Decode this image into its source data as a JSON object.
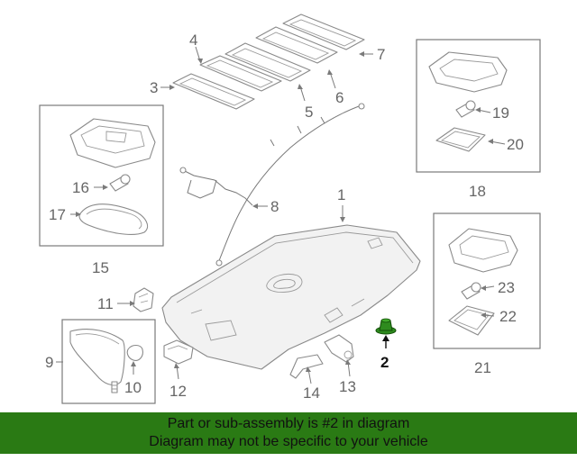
{
  "colors": {
    "banner_bg": "#2a7a14",
    "highlight_part": "#2e8b1e",
    "line": "#8a8a8a",
    "callout_text": "#666666"
  },
  "callouts": {
    "c1": "1",
    "c2": "2",
    "c3": "3",
    "c4": "4",
    "c5": "5",
    "c6": "6",
    "c7": "7",
    "c8": "8",
    "c9": "9",
    "c10": "10",
    "c11": "11",
    "c12": "12",
    "c13": "13",
    "c14": "14",
    "c15": "15",
    "c16": "16",
    "c17": "17",
    "c18": "18",
    "c19": "19",
    "c20": "20",
    "c21": "21",
    "c22": "22",
    "c23": "23"
  },
  "highlighted_callout": "2",
  "banner": {
    "line1": "Part or sub-assembly is #2 in diagram",
    "line2": "Diagram may not be specific to your vehicle"
  }
}
